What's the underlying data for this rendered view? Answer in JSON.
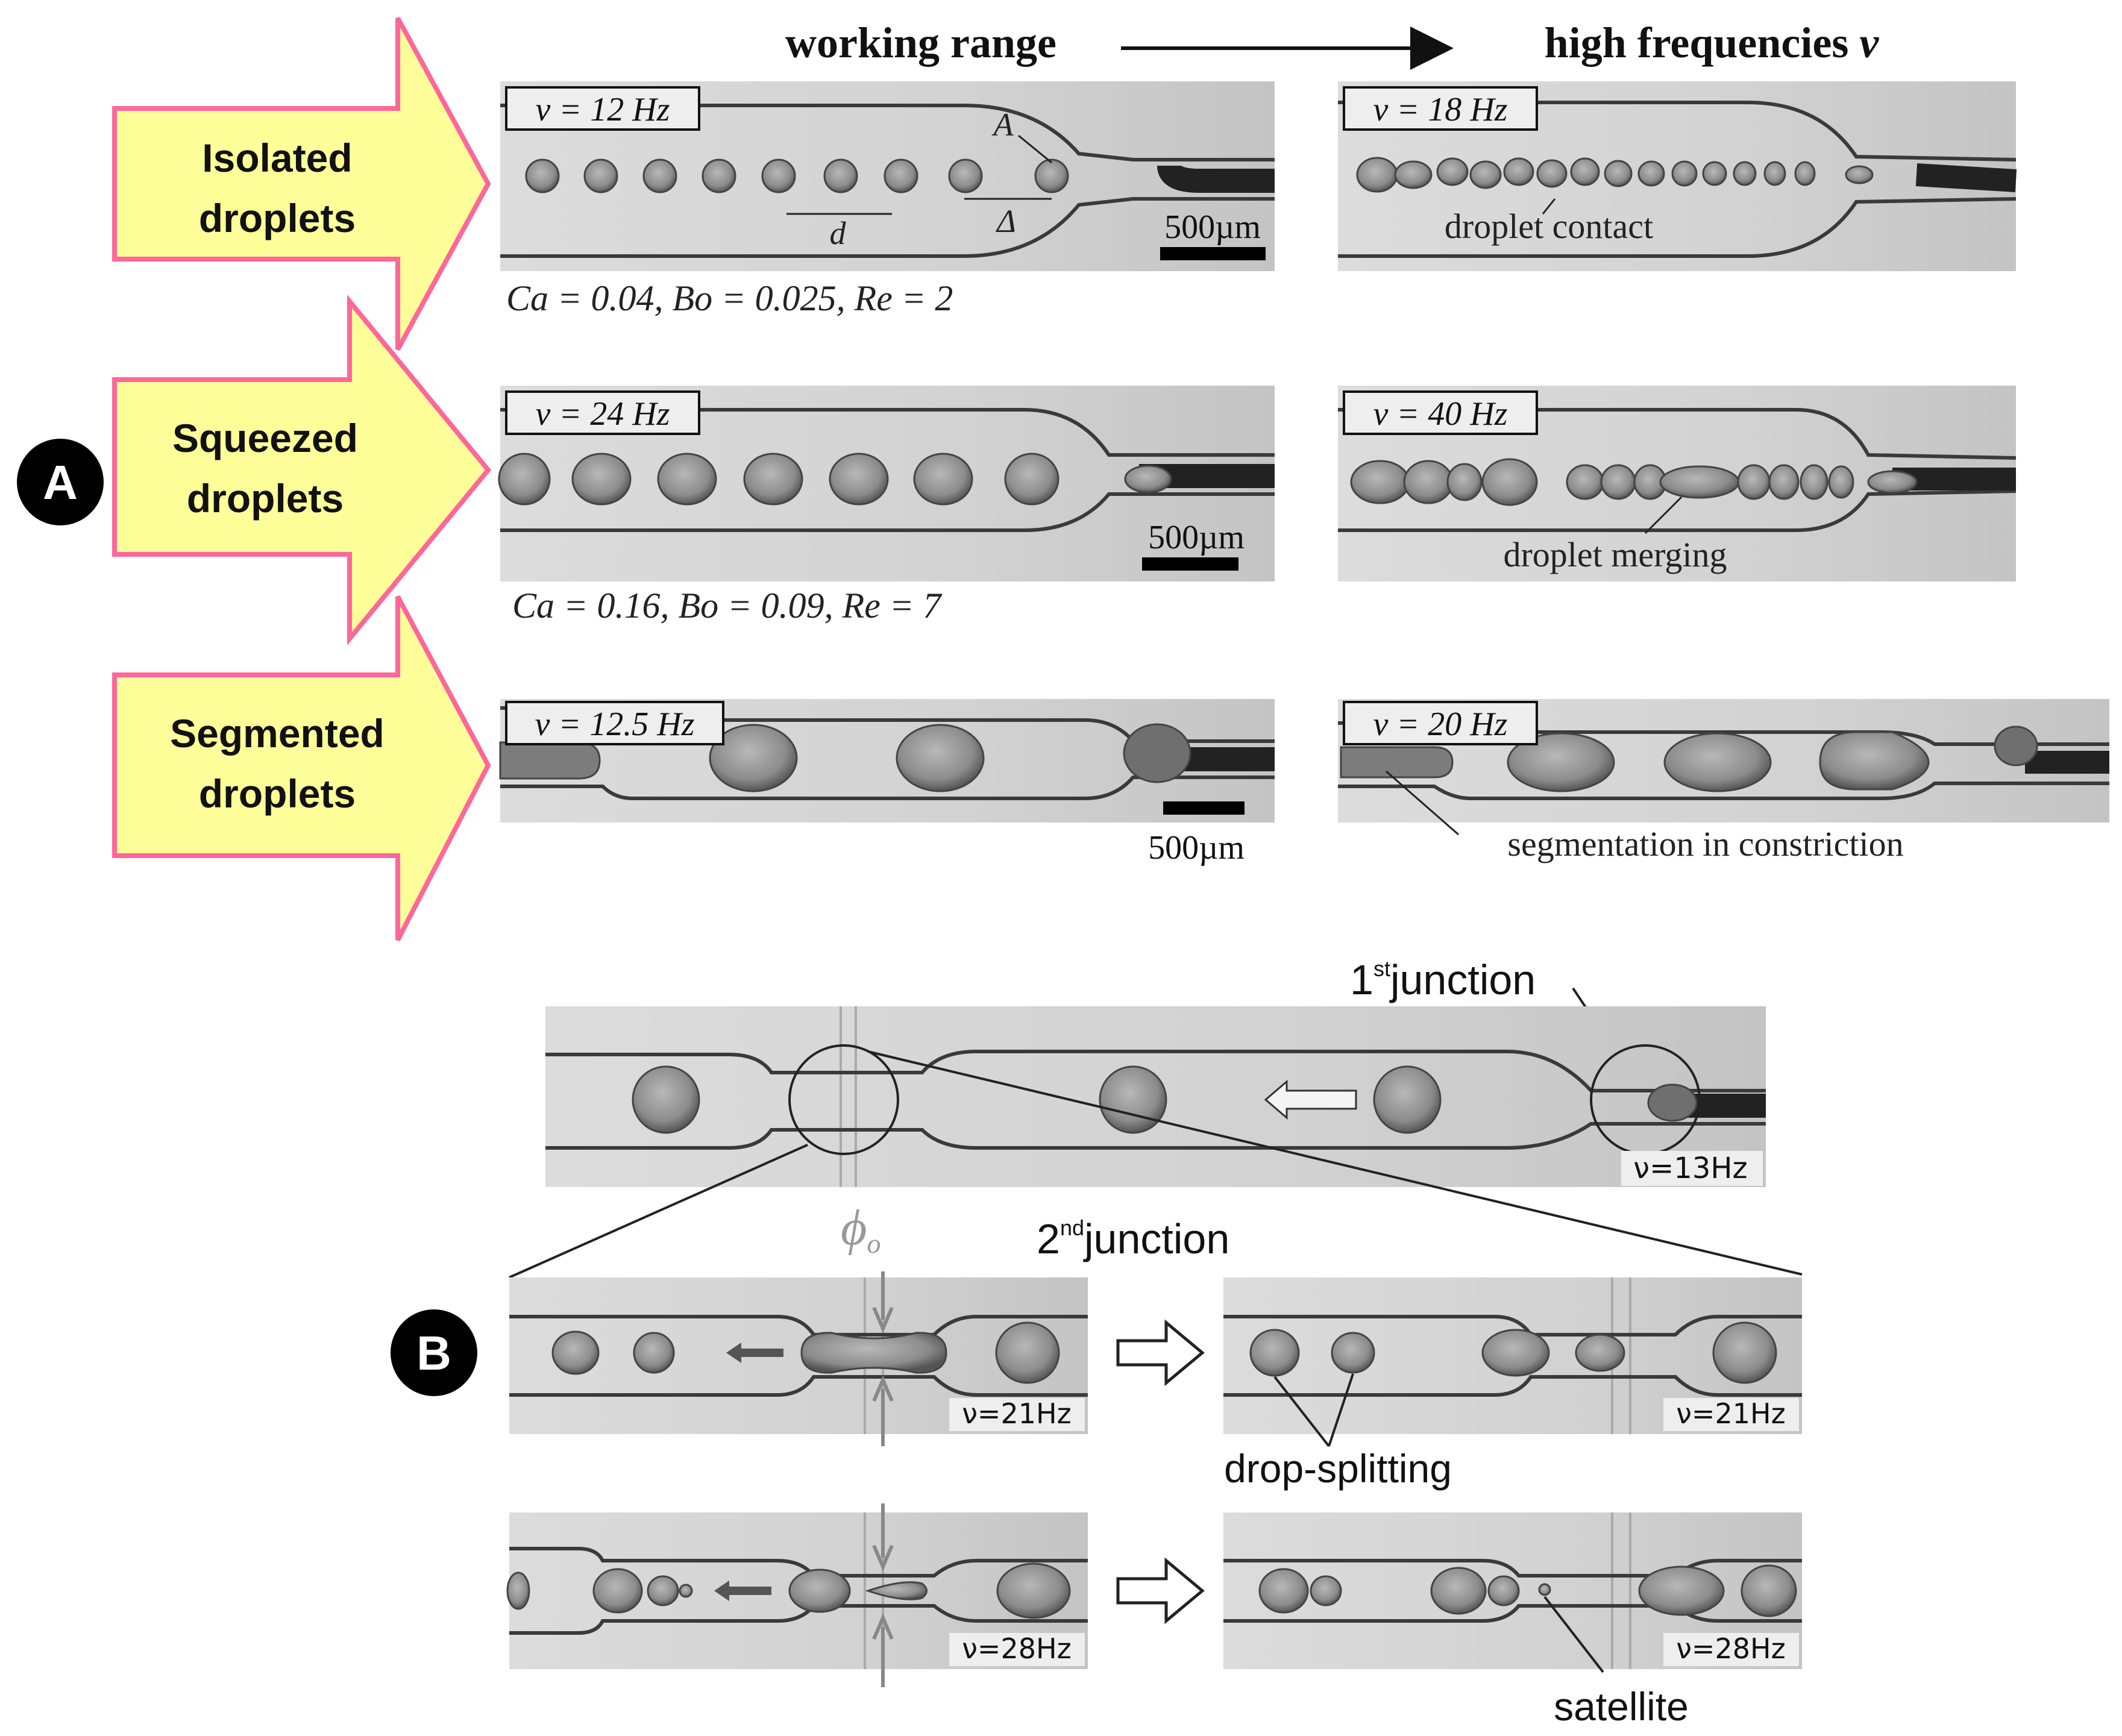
{
  "panel_a": {
    "marker": "A",
    "header_left": "working range",
    "header_right": "high frequencies",
    "header_symbol": "ν",
    "rows": [
      {
        "arrow_label_1": "Isolated",
        "arrow_label_2": "droplets",
        "left_freq": "ν = 12 Hz",
        "right_freq": "ν = 18 Hz",
        "scale": "500µm",
        "params": "Ca = 0.04, Bo = 0.025, Re = 2",
        "right_annotation": "droplet contact",
        "dim_d": "d",
        "dim_delta": "Δ",
        "dim_A": "A"
      },
      {
        "arrow_label_1": "Squeezed",
        "arrow_label_2": "droplets",
        "left_freq": "ν = 24 Hz",
        "right_freq": "ν = 40 Hz",
        "scale": "500µm",
        "params": "Ca = 0.16, Bo = 0.09, Re = 7",
        "right_annotation": "droplet merging"
      },
      {
        "arrow_label_1": "Segmented",
        "arrow_label_2": "droplets",
        "left_freq": "ν = 12.5 Hz",
        "right_freq": "ν = 20 Hz",
        "scale": "500µm",
        "right_annotation": "segmentation in constriction"
      }
    ]
  },
  "panel_b": {
    "marker": "B",
    "first_junction_main": "1",
    "first_junction_sup": "st",
    "first_junction_text": "junction",
    "second_junction_main": "2",
    "second_junction_sup": "nd",
    "second_junction_text": "junction",
    "phi_label": "ϕ",
    "phi_sub": "o",
    "top_freq": "ν=13Hz",
    "row1_freq_left": "ν=21Hz",
    "row1_freq_right": "ν=21Hz",
    "row1_annotation": "drop-splitting",
    "row2_freq_left": "ν=28Hz",
    "row2_freq_right": "ν=28Hz",
    "row2_annotation": "satellite"
  },
  "colors": {
    "arrow_fill": "#ffff99",
    "arrow_stroke": "#ff6699",
    "photo_bg": "#d9d9d9",
    "droplet": "#8a8a8a",
    "channel": "#3a3a3a"
  }
}
